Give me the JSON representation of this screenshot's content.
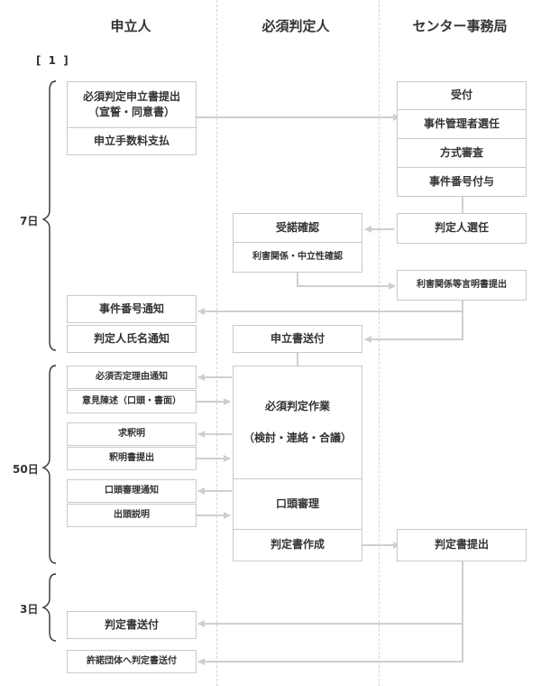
{
  "columns": {
    "applicant": "申立人",
    "judge": "必須判定人",
    "center": "センター事務局"
  },
  "section_label": "[ 1 ]",
  "phases": {
    "p1": "7日",
    "p2": "50日",
    "p3": "3日"
  },
  "applicant": {
    "submit": "必須判定申立書提出\n（宣誓・同意書）",
    "fee": "申立手数料支払",
    "case_notice": "事件番号通知",
    "judge_name_notice": "判定人氏名通知",
    "reason_notice": "必須否定理由通知",
    "opinion": "意見陳述（口頭・書面）",
    "clarify_req": "求釈明",
    "clarify_doc": "釈明書提出",
    "oral_notice": "口頭審理通知",
    "appear": "出頭説明",
    "decision_sent": "判定書送付",
    "licensing_sent": "許諾団体へ判定書送付"
  },
  "judge": {
    "accept": "受諾確認",
    "interest_check": "利害関係・中立性確認",
    "app_sent": "申立書送付",
    "work": "必須判定作業\n\n（検討・連絡・合議）",
    "oral": "口頭審理",
    "draft": "判定書作成"
  },
  "center": {
    "receipt": "受付",
    "manager": "事件管理者選任",
    "review": "方式審査",
    "case_no": "事件番号付与",
    "select": "判定人選任",
    "interest_stmt": "利害関係等言明書提出",
    "decision_submit": "判定書提出"
  }
}
